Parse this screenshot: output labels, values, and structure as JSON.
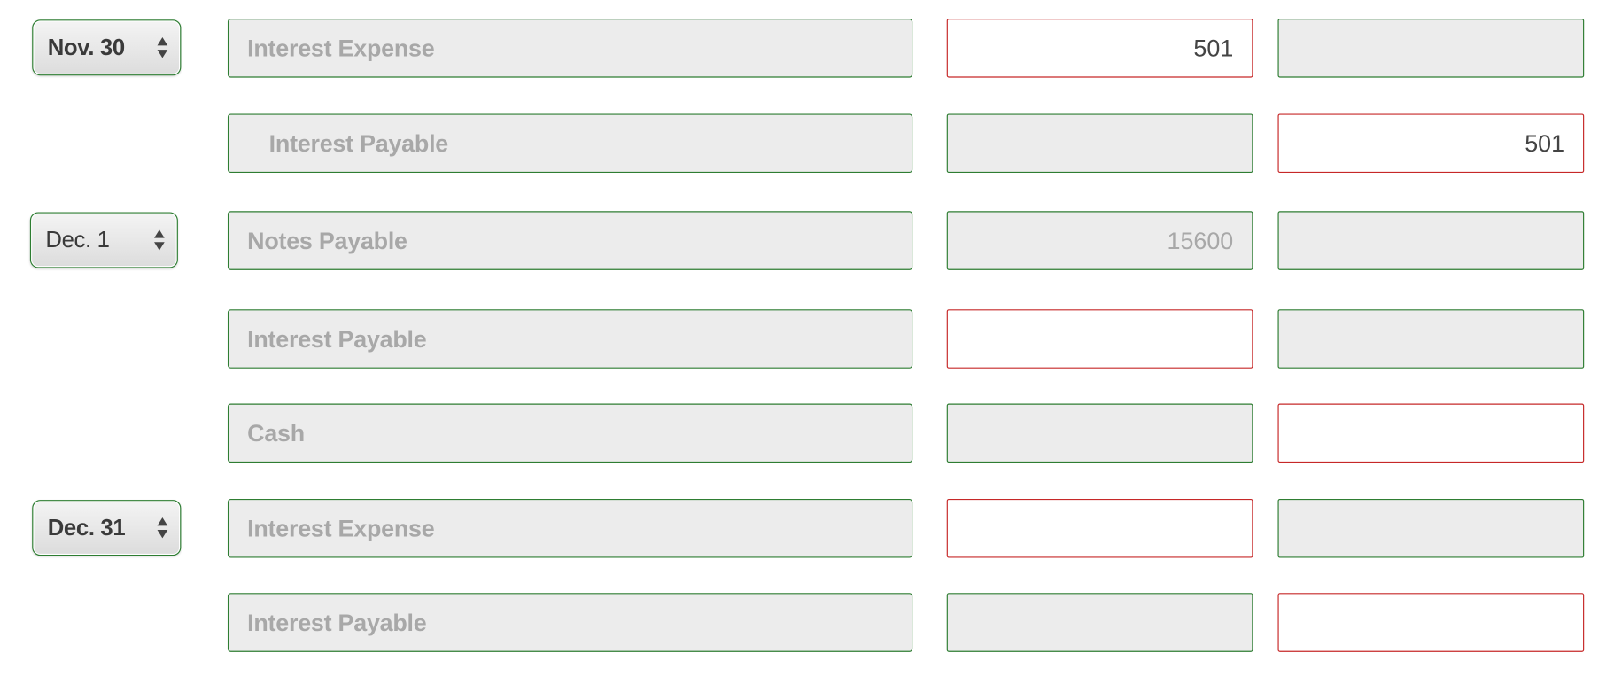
{
  "colors": {
    "valid_border": "#2e7d32",
    "invalid_border": "#c62828",
    "field_fill": "#ececec",
    "placeholder_text": "#a8a8a8"
  },
  "rows": [
    {
      "date": "Nov. 30",
      "account": "Interest Expense",
      "debit": "501",
      "credit": ""
    },
    {
      "date": "",
      "account": "Interest Payable",
      "debit": "",
      "credit": "501"
    },
    {
      "date": "Dec. 1",
      "account": "Notes Payable",
      "debit": "15600",
      "credit": ""
    },
    {
      "date": "",
      "account": "Interest Payable",
      "debit": "",
      "credit": ""
    },
    {
      "date": "",
      "account": "Cash",
      "debit": "",
      "credit": ""
    },
    {
      "date": "Dec. 31",
      "account": "Interest Expense",
      "debit": "",
      "credit": ""
    },
    {
      "date": "",
      "account": "Interest Payable",
      "debit": "",
      "credit": ""
    }
  ],
  "icons": {
    "date_select_arrows": "updown-arrows-icon"
  }
}
